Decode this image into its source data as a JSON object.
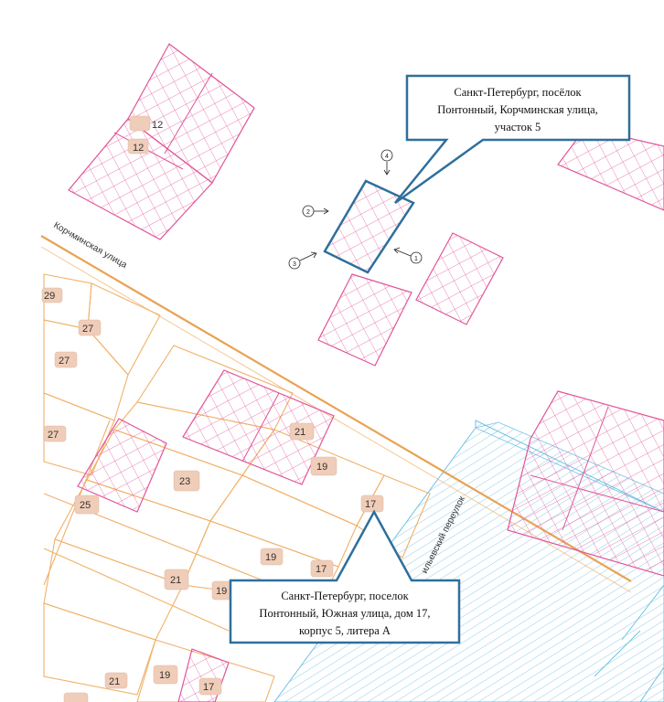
{
  "streets": {
    "korchminskaya": "Корчминская улица",
    "ilyevsky": "ильевский переулок"
  },
  "callouts": {
    "top": [
      "Санкт-Петербург, посёлок",
      "Понтонный, Корчминская улица,",
      "участок 5"
    ],
    "bottom": [
      "Санкт-Петербург, поселок",
      "Понтонный, Южная улица, дом 17,",
      "корпус 5, литера А"
    ]
  },
  "markers": [
    "1",
    "2",
    "3",
    "4"
  ],
  "house_numbers": {
    "n12a": "12",
    "n12b": "12",
    "n29": "29",
    "n27a": "27",
    "n27b": "27",
    "n27c": "27",
    "n21a": "21",
    "n19a": "19",
    "n23": "23",
    "n25": "25",
    "n17a": "17",
    "n19b": "19",
    "n17b": "17",
    "n21b": "21",
    "n19c": "19",
    "n21c": "21",
    "n19d": "19",
    "n17c": "17"
  },
  "colors": {
    "parcel_pink": "#e0559a",
    "plot_orange": "#f1b169",
    "road_orange": "#e9a252",
    "hatch_blue": "#72c2e4",
    "callout_blue": "#2f6f9c",
    "building_fill": "#f0cdb8"
  }
}
